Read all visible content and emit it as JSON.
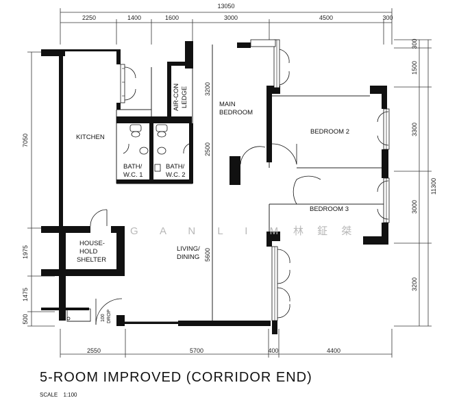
{
  "title": "5-ROOM IMPROVED (CORRIDOR END)",
  "scale": {
    "label": "SCALE",
    "value": "1:100"
  },
  "watermark": {
    "latin": "G A N   L I M",
    "chinese": "林 鉦 桀"
  },
  "rooms": {
    "kitchen": "KITCHEN",
    "bath1": [
      "BATH/",
      "W.C. 1"
    ],
    "bath2": [
      "BATH/",
      "W.C. 2"
    ],
    "aircon": [
      "AIR-CON",
      "LEDGE"
    ],
    "main_bedroom": [
      "MAIN",
      "BEDROOM"
    ],
    "bedroom2": "BEDROOM 2",
    "bedroom3": "BEDROOM 3",
    "shelter": [
      "HOUSE-",
      "HOLD",
      "SHELTER"
    ],
    "living": [
      "LIVING/",
      "DINING"
    ],
    "drop": [
      "100",
      "DROP"
    ]
  },
  "dimensions": {
    "overall_top": "13050",
    "top": [
      "2250",
      "1400",
      "1600",
      "3000",
      "4500",
      "300"
    ],
    "bottom": [
      "2550",
      "5700",
      "400",
      "4400"
    ],
    "left_overall": "7050",
    "left": [
      "1975",
      "1475",
      "500"
    ],
    "right_overall": "11300",
    "right": [
      "300",
      "1500",
      "3300",
      "3000",
      "3200"
    ],
    "inner": [
      "3200",
      "2500",
      "5600"
    ]
  }
}
